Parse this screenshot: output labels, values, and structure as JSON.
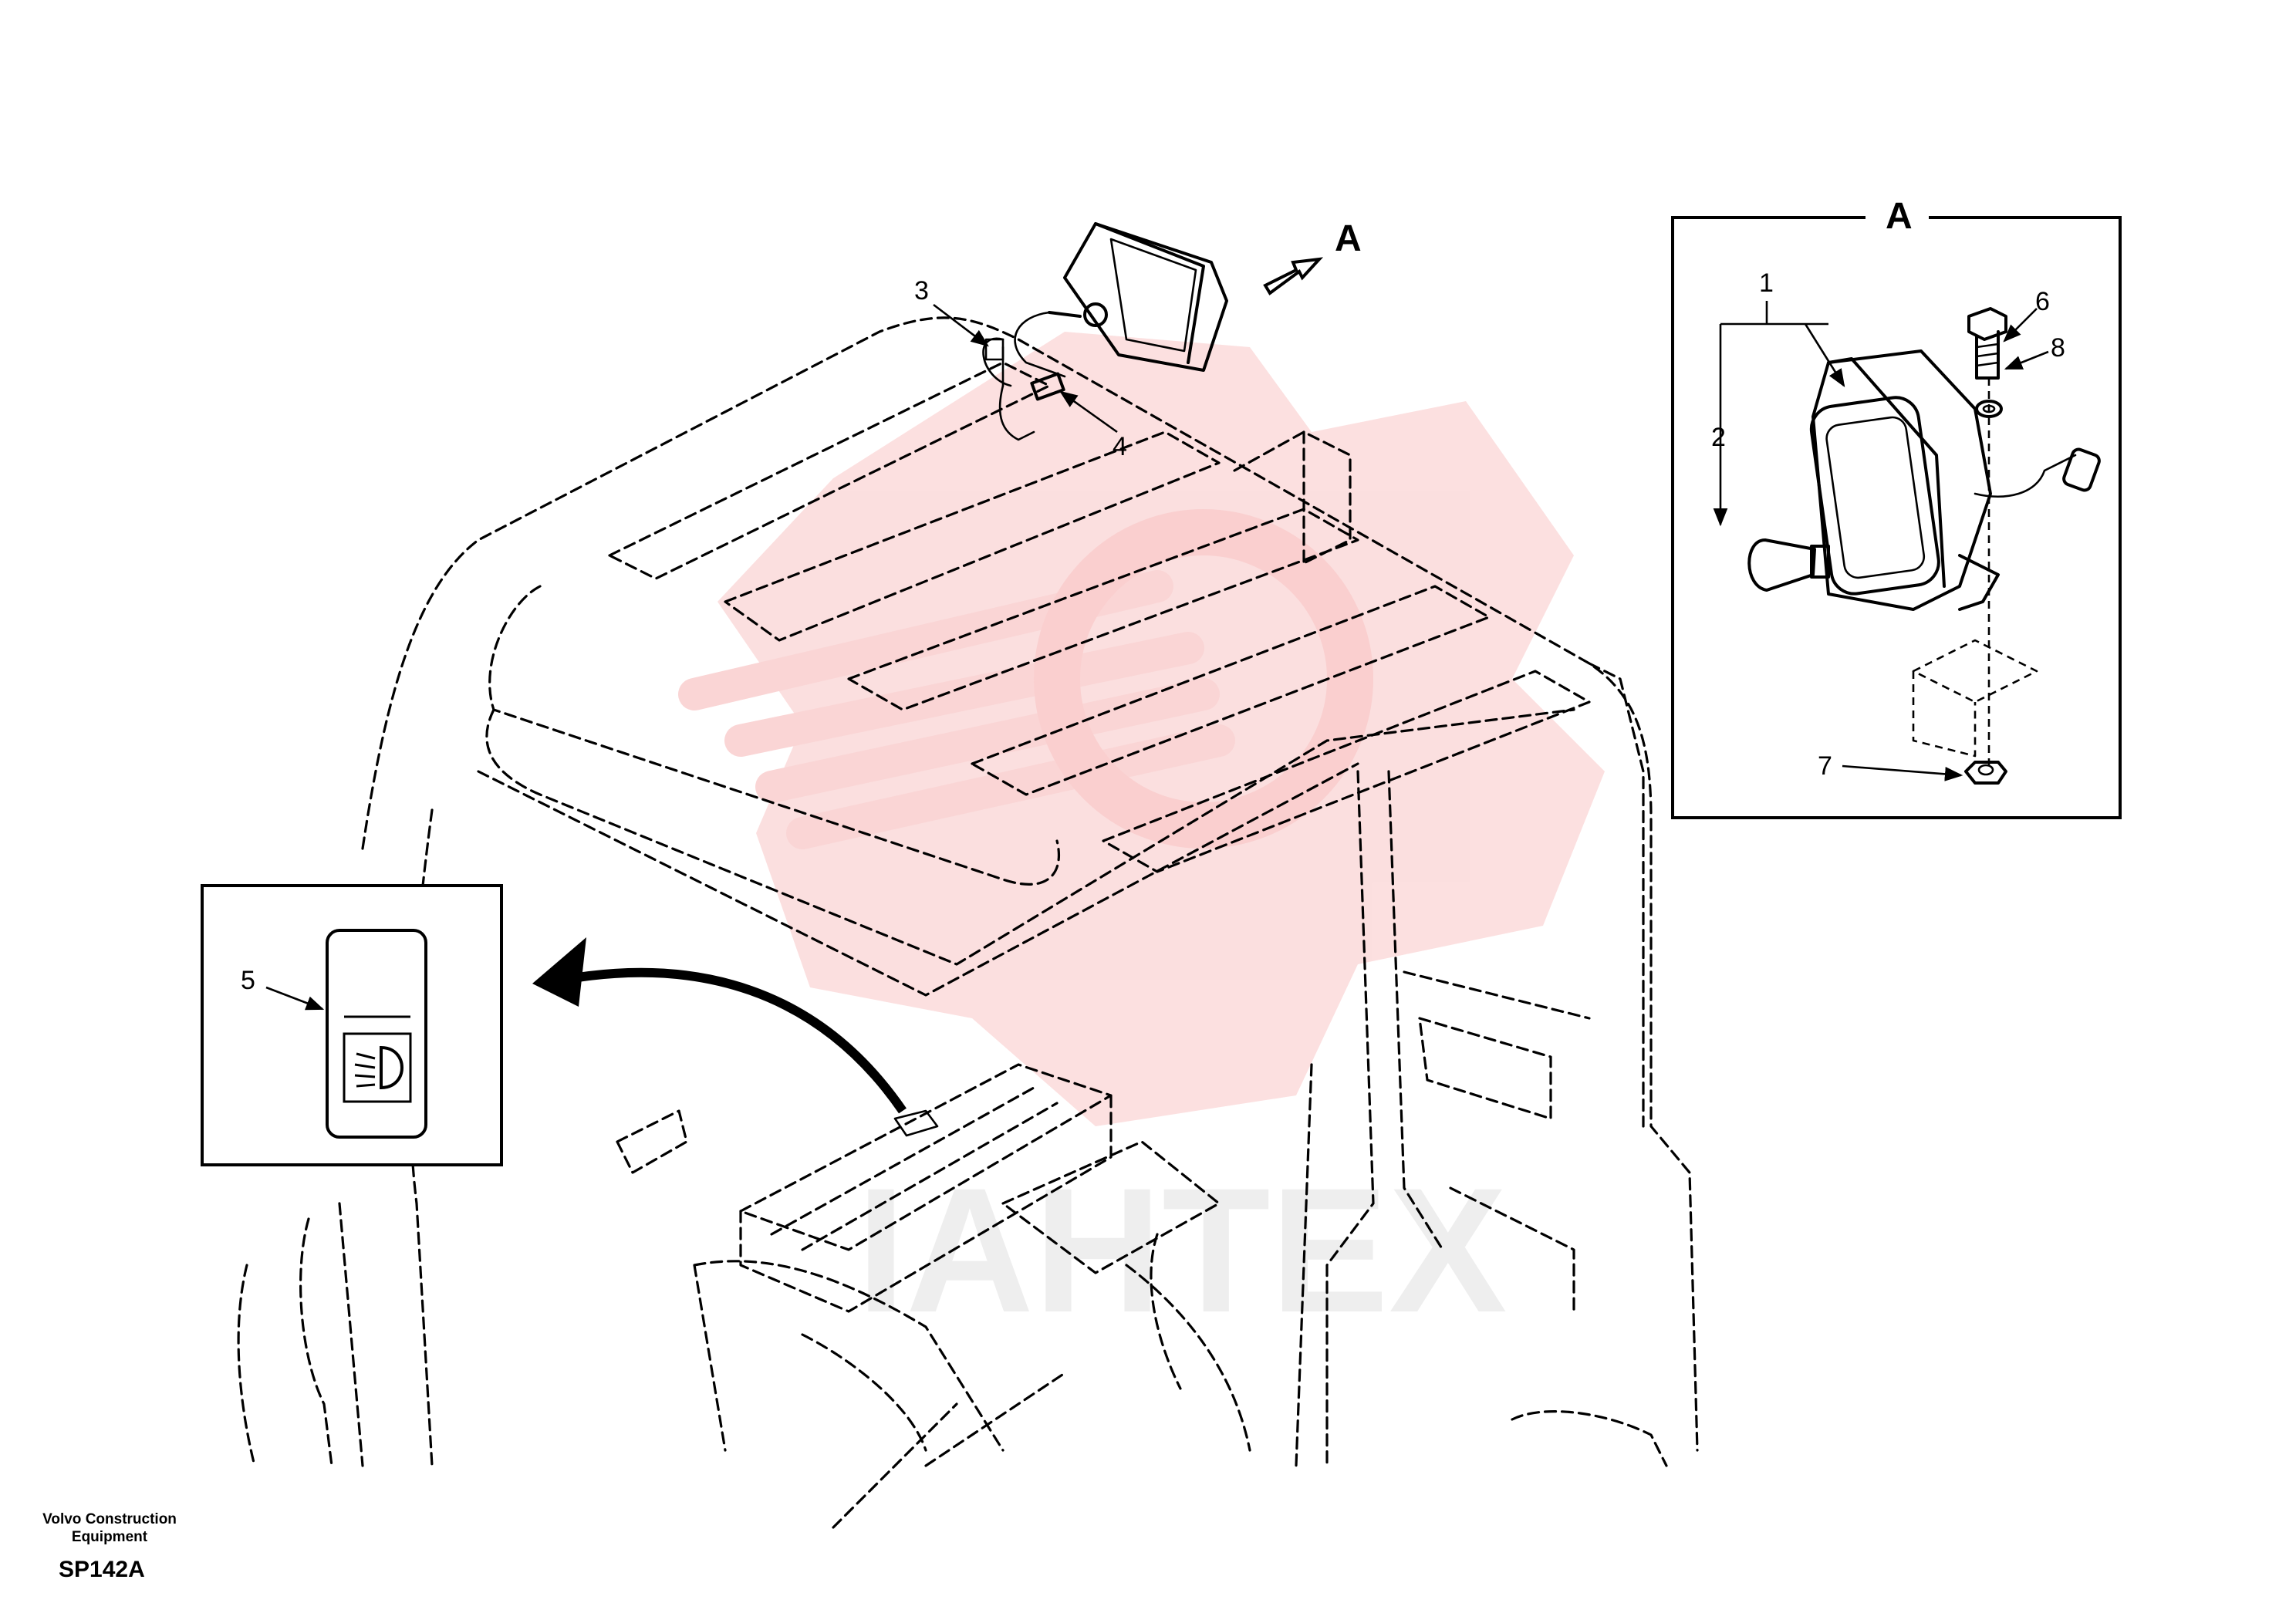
{
  "manufacturer": "Volvo Construction Equipment",
  "drawing_code": "SP142A",
  "view_label": "A",
  "detail_view_label": "A",
  "callouts": [
    "1",
    "2",
    "3",
    "4",
    "5",
    "6",
    "7",
    "8"
  ],
  "watermark": {
    "text": "IAHTEX",
    "color": "#f7b4b4"
  },
  "switch_symbol": "work-light-switch-icon"
}
